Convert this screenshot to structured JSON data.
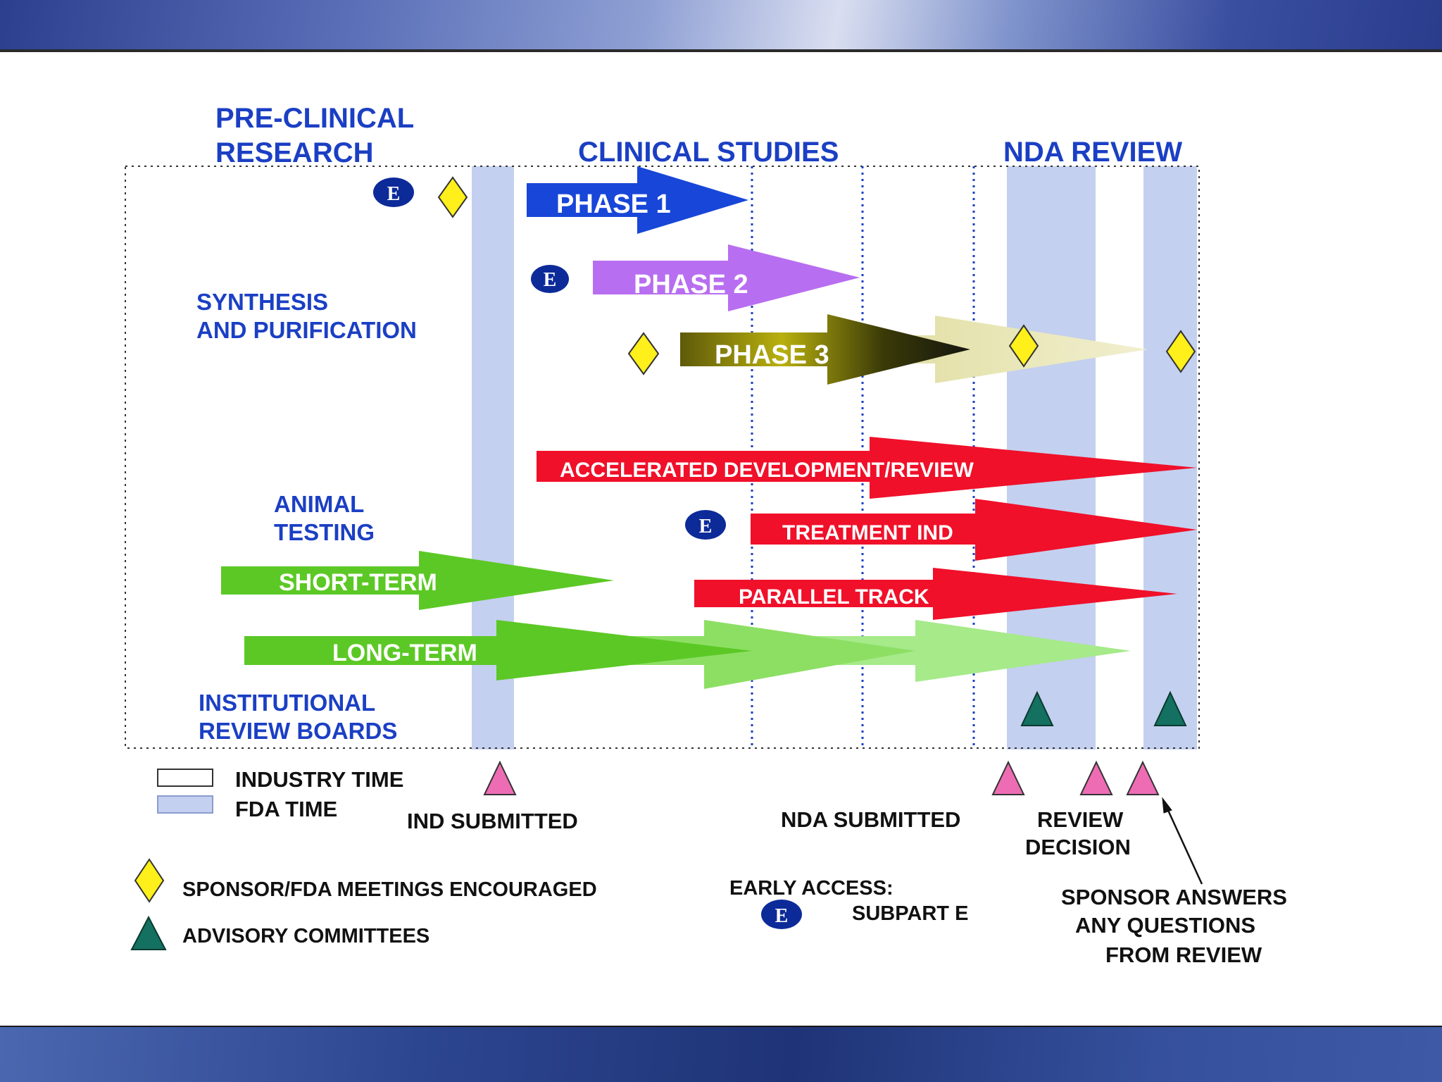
{
  "headers": {
    "preclinical_line1": "PRE-CLINICAL",
    "preclinical_line2": "RESEARCH",
    "clinical": "CLINICAL STUDIES",
    "nda": "NDA REVIEW"
  },
  "side_labels": {
    "synthesis_line1": "SYNTHESIS",
    "synthesis_line2": "AND PURIFICATION",
    "animal_line1": "ANIMAL",
    "animal_line2": "TESTING",
    "irb_line1": "INSTITUTIONAL",
    "irb_line2": "REVIEW BOARDS"
  },
  "arrows": {
    "phase1": "PHASE 1",
    "phase2": "PHASE 2",
    "phase3": "PHASE 3",
    "accelerated": "ACCELERATED DEVELOPMENT/REVIEW",
    "treatment": "TREATMENT IND",
    "parallel": "PARALLEL TRACK",
    "short_term": "SHORT-TERM",
    "long_term": "LONG-TERM"
  },
  "subpart_e_symbol": "E",
  "milestones": {
    "ind_submitted": "IND SUBMITTED",
    "nda_submitted": "NDA SUBMITTED",
    "review_decision_line1": "REVIEW",
    "review_decision_line2": "DECISION",
    "sponsor_line1": "SPONSOR ANSWERS",
    "sponsor_line2": "ANY QUESTIONS",
    "sponsor_line3": "FROM REVIEW"
  },
  "legend": {
    "industry_time": "INDUSTRY TIME",
    "fda_time": "FDA TIME",
    "meetings": "SPONSOR/FDA MEETINGS ENCOURAGED",
    "advisory": "ADVISORY COMMITTEES",
    "early_access": "EARLY ACCESS:",
    "subpart_e": "SUBPART E"
  },
  "colors": {
    "label_blue": "#1b3fc4",
    "fda_band": "#c4d0ef",
    "phase1": "#1846d8",
    "phase2": "#b86ef0",
    "phase3": "#6f6a10",
    "red_arrows": "#f0102a",
    "green_arrows": "#5cc825",
    "meeting_diamond": "#ffef1a",
    "advisory_triangle": "#147060",
    "milestone_triangle": "#ee6cb4"
  }
}
